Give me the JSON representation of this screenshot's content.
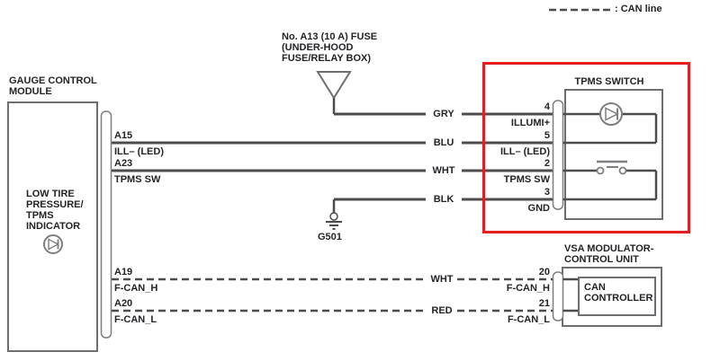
{
  "legend": {
    "can_line_label": ": CAN line"
  },
  "colors": {
    "highlight_box": "#e41e1e",
    "wire_line": "#4b4c4e",
    "box_line": "#6d6e71"
  },
  "fuse": {
    "label": "No. A13 (10 A) FUSE\n(UNDER-HOOD\nFUSE/RELAY BOX)"
  },
  "ground": {
    "label": "G501"
  },
  "gauge_control_module": {
    "title": "GAUGE CONTROL\nMODULE",
    "indicator_label": "LOW TIRE\nPRESSURE/\nTPMS\nINDICATOR",
    "pins": [
      {
        "terminal": "A15",
        "label": "ILL– (LED)"
      },
      {
        "terminal": "A23",
        "label": "TPMS SW"
      },
      {
        "terminal": "A19",
        "label": "F-CAN_H"
      },
      {
        "terminal": "A20",
        "label": "F-CAN_L"
      }
    ]
  },
  "wires": [
    {
      "color": "GRY"
    },
    {
      "color": "BLU"
    },
    {
      "color": "WHT"
    },
    {
      "color": "BLK"
    },
    {
      "color": "WHT"
    },
    {
      "color": "RED"
    }
  ],
  "tpms_switch": {
    "title": "TPMS SWITCH",
    "pins": [
      {
        "number": "4",
        "label": "ILLUMI+"
      },
      {
        "number": "5",
        "label": "ILL– (LED)"
      },
      {
        "number": "2",
        "label": "TPMS SW"
      },
      {
        "number": "3",
        "label": "GND"
      }
    ]
  },
  "vsa_unit": {
    "title": "VSA MODULATOR-\nCONTROL UNIT",
    "inner_label": "CAN\nCONTROLLER",
    "pins": [
      {
        "number": "20",
        "label": "F-CAN_H"
      },
      {
        "number": "21",
        "label": "F-CAN_L"
      }
    ]
  }
}
